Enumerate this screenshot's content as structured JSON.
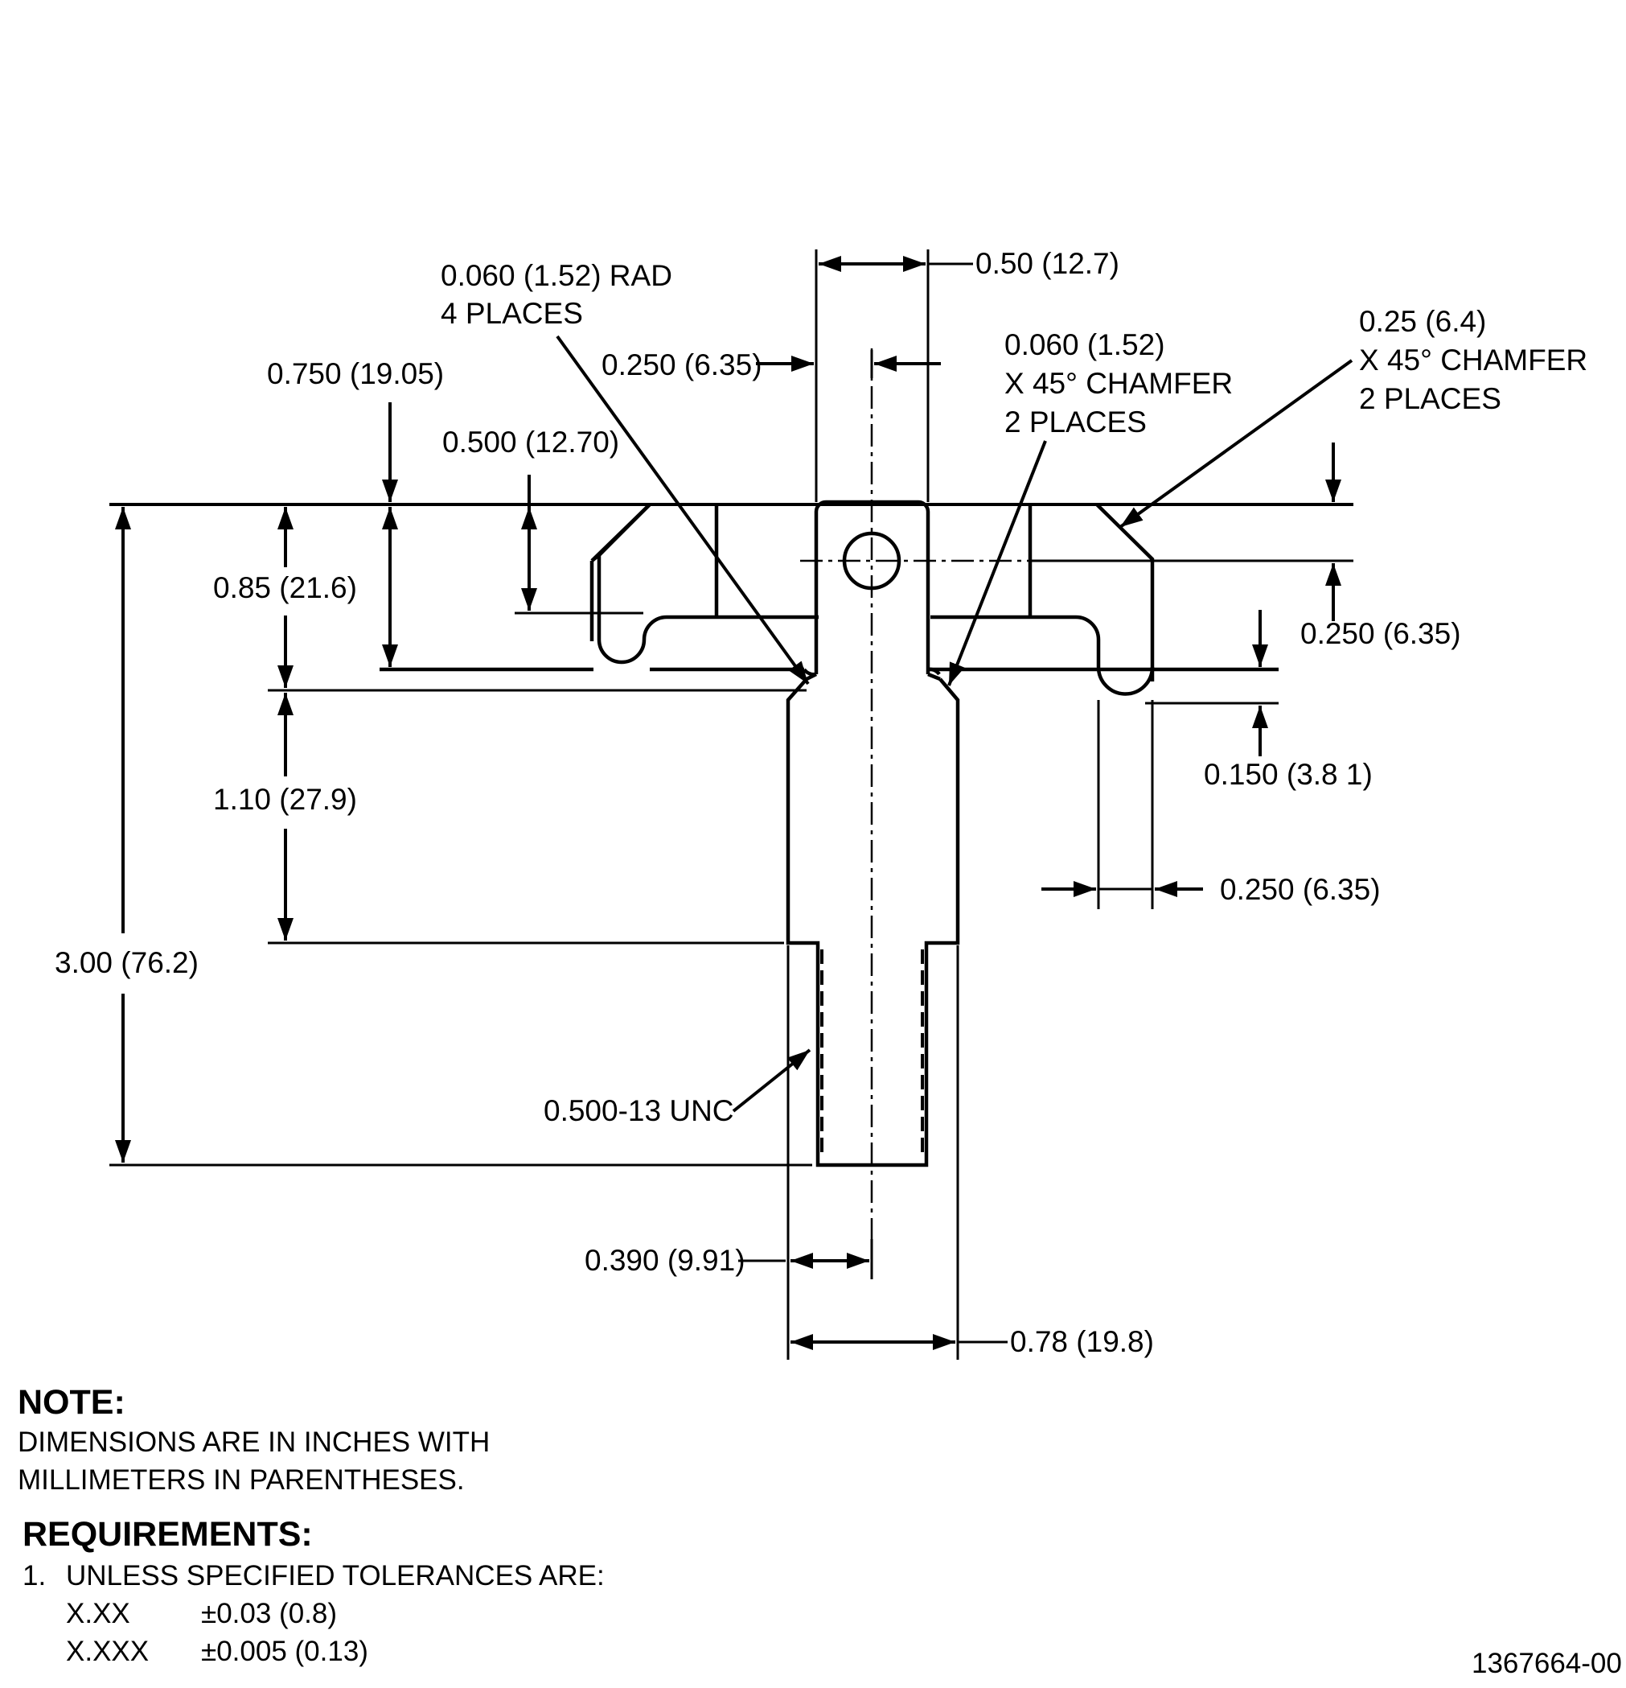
{
  "dimensions": {
    "rad": "0.060 (1.52) RAD",
    "rad_places": "4 PLACES",
    "top_width": "0.50 (12.7)",
    "hole_offset": "0.250 (6.35)",
    "chamfer_small": "0.060 (1.52)",
    "chamfer_small_angle": "X 45° CHAMFER",
    "chamfer_small_places": "2 PLACES",
    "chamfer_large": "0.25 (6.4)",
    "chamfer_large_angle": "X 45° CHAMFER",
    "chamfer_large_places": "2 PLACES",
    "height_0750": "0.750 (19.05)",
    "height_0500": "0.500 (12.70)",
    "height_085": "0.85 (21.6)",
    "height_110": "1.10 (27.9)",
    "overall_height": "3.00 (76.2)",
    "hole_center_from_top": "0.250 (6.35)",
    "notch_depth": "0.150 (3.8 1)",
    "notch_width": "0.250 (6.35)",
    "thread": "0.500-13 UNC",
    "half_width": "0.390 (9.91)",
    "shaft_width": "0.78 (19.8)"
  },
  "notes": {
    "title": "NOTE:",
    "line1": "DIMENSIONS ARE IN INCHES WITH",
    "line2": "MILLIMETERS IN PARENTHESES."
  },
  "requirements": {
    "title": "REQUIREMENTS:",
    "item1_number": "1.",
    "item1_text": "UNLESS SPECIFIED TOLERANCES ARE:",
    "tolerances": [
      {
        "format": "X.XX",
        "value": "±0.03 (0.8)"
      },
      {
        "format": "X.XXX",
        "value": "±0.005 (0.13)"
      }
    ]
  },
  "drawing_number": "1367664-00"
}
